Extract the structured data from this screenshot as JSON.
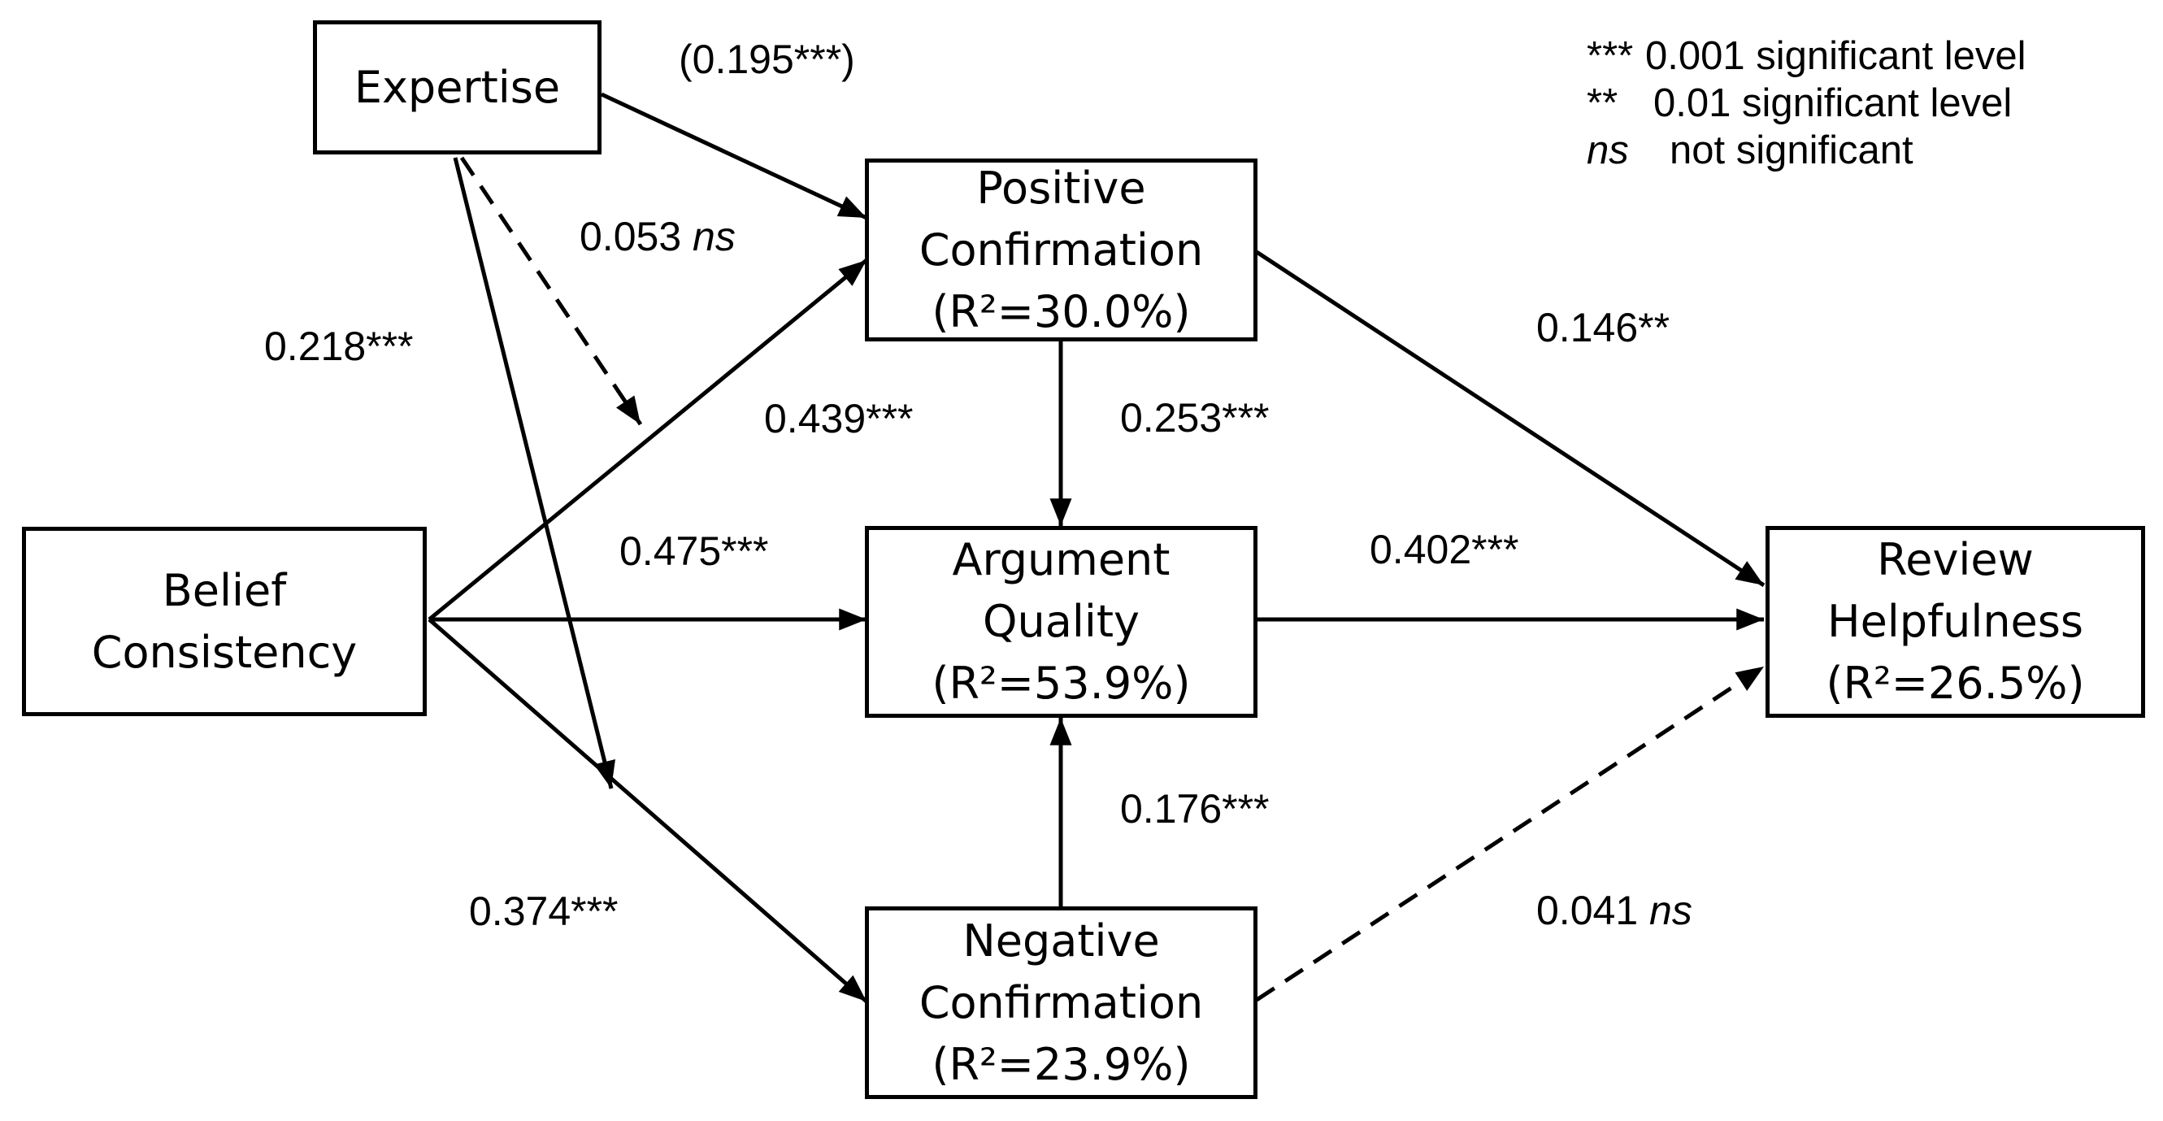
{
  "nodes": {
    "expertise": {
      "lines": [
        "Expertise"
      ]
    },
    "belief_consistency": {
      "lines": [
        "Belief",
        "Consistency"
      ]
    },
    "positive_confirmation": {
      "lines": [
        "Positive",
        "Confirmation",
        "(R²=30.0%)"
      ]
    },
    "argument_quality": {
      "lines": [
        "Argument",
        "Quality",
        "(R²=53.9%)"
      ]
    },
    "negative_confirmation": {
      "lines": [
        "Negative",
        "Confirmation",
        "(R²=23.9%)"
      ]
    },
    "review_helpfulness": {
      "lines": [
        "Review",
        "Helpfulness",
        "(R²=26.5%)"
      ]
    }
  },
  "paths": {
    "expertise_to_positive": {
      "value": "(0.195***)",
      "from": "Expertise",
      "to": "Positive Confirmation",
      "style": "solid"
    },
    "expertise_moderation_positive": {
      "value": "0.053",
      "sig": "ns",
      "from": "Expertise",
      "to": "Belief Consistency → Positive Confirmation",
      "style": "dashed"
    },
    "expertise_moderation_negative": {
      "value": "0.218***",
      "from": "Expertise",
      "to": "Belief Consistency → Negative Confirmation",
      "style": "solid"
    },
    "belief_to_positive": {
      "value": "0.439***",
      "from": "Belief Consistency",
      "to": "Positive Confirmation",
      "style": "solid"
    },
    "belief_to_argument": {
      "value": "0.475***",
      "from": "Belief Consistency",
      "to": "Argument Quality",
      "style": "solid"
    },
    "belief_to_negative": {
      "value": "0.374***",
      "from": "Belief Consistency",
      "to": "Negative Confirmation",
      "style": "solid"
    },
    "positive_to_argument": {
      "value": "0.253***",
      "from": "Positive Confirmation",
      "to": "Argument Quality",
      "style": "solid"
    },
    "negative_to_argument": {
      "value": "0.176***",
      "from": "Negative Confirmation",
      "to": "Argument Quality",
      "style": "solid"
    },
    "positive_to_review": {
      "value": "0.146**",
      "from": "Positive Confirmation",
      "to": "Review Helpfulness",
      "style": "solid"
    },
    "argument_to_review": {
      "value": "0.402***",
      "from": "Argument Quality",
      "to": "Review Helpfulness",
      "style": "solid"
    },
    "negative_to_review": {
      "value": "0.041",
      "sig": "ns",
      "from": "Negative Confirmation",
      "to": "Review Helpfulness",
      "style": "dashed"
    }
  },
  "legend": [
    {
      "key": "***",
      "text": "0.001 significant level",
      "italic": false
    },
    {
      "key": "**",
      "text": "0.01 significant level",
      "italic": false
    },
    {
      "key": "ns",
      "text": "not significant",
      "italic": true
    }
  ],
  "colors": {
    "stroke": "#000000",
    "background": "#ffffff"
  }
}
